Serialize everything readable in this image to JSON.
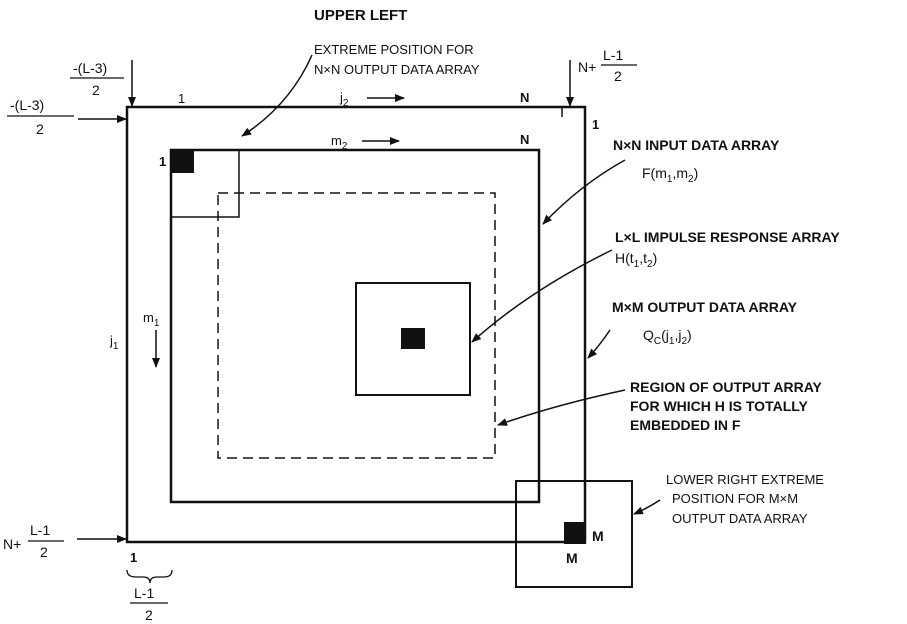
{
  "annotations": {
    "upper_left_title": "UPPER LEFT",
    "upper_left_line2": "EXTREME POSITION FOR",
    "upper_left_line3": "N×N OUTPUT DATA ARRAY",
    "input_array_title": "N×N INPUT DATA ARRAY",
    "input_array_func": "F(m",
    "input_array_func_comma": ",m",
    "input_array_func_close": ")",
    "impulse_title": "L×L IMPULSE RESPONSE ARRAY",
    "impulse_func": "H(t",
    "impulse_func_comma": ",t",
    "impulse_func_close": ")",
    "output_title": "M×M OUTPUT DATA ARRAY",
    "output_func_q": "Q",
    "output_func_c": "C",
    "output_func_open": "(j",
    "output_func_comma": ",j",
    "output_func_close": ")",
    "region_line1": "REGION OF OUTPUT ARRAY",
    "region_line2": "FOR WHICH  H  IS TOTALLY",
    "region_line3": "EMBEDDED IN  F",
    "lower_right_line1": "LOWER RIGHT EXTREME",
    "lower_right_line2": "POSITION FOR M×M",
    "lower_right_line3": "OUTPUT DATA ARRAY"
  },
  "axis_labels": {
    "one": "1",
    "N": "N",
    "M": "M",
    "j": "j",
    "m": "m",
    "sub1": "1",
    "sub2": "2",
    "neg_L3_num": "-(L-3)",
    "two": "2",
    "N_plus": "N+",
    "L1_num": "L-1"
  }
}
